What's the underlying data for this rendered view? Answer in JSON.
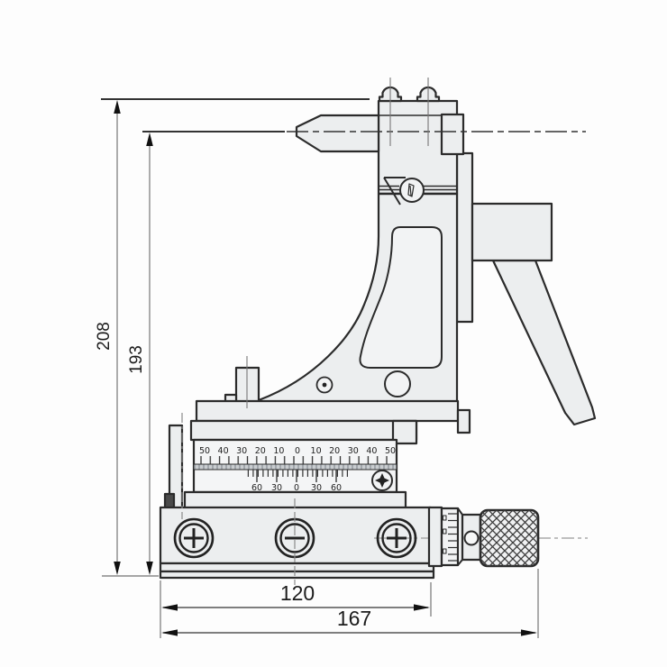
{
  "dimensions": {
    "total_height": "208",
    "scriber_height": "193",
    "base_width": "120",
    "total_width": "167"
  },
  "main_scale_labels": [
    "50",
    "40",
    "30",
    "20",
    "10",
    "0",
    "10",
    "20",
    "30",
    "40",
    "50"
  ],
  "vernier_scale_labels": [
    "60",
    "30",
    "0",
    "30",
    "60"
  ],
  "colors": {
    "body_fill": "#eceeef",
    "panel_fill": "#f2f3f4",
    "outline": "#2b2b2b",
    "dim_line": "#8a8a8a",
    "band_fill": "#c9cdd0",
    "text": "#1c1c1c"
  }
}
